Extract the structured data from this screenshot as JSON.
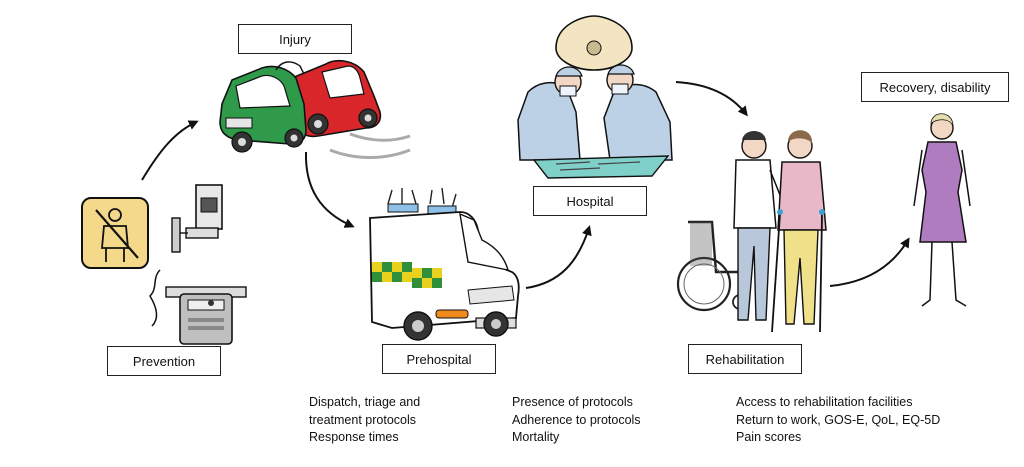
{
  "stages": {
    "injury": "Injury",
    "recovery": "Recovery, disability",
    "hospital": "Hospital",
    "prevention": "Prevention",
    "prehospital": "Prehospital",
    "rehabilitation": "Rehabilitation"
  },
  "notes": {
    "prehospital": [
      "Dispatch, triage and",
      "treatment protocols",
      "Response times"
    ],
    "hospital": [
      "Presence of protocols",
      "Adherence to protocols",
      "Mortality"
    ],
    "rehabilitation": [
      "Access to rehabilitation facilities",
      "Return to work, GOS-E, QoL, EQ-5D",
      "Pain scores"
    ]
  },
  "icons": [
    "seatbelt-sign-icon",
    "speed-camera-icon",
    "breathalyzer-icon",
    "green-car-icon",
    "red-car-icon",
    "ambulance-icon",
    "surgeons-icon",
    "operating-lamp-icon",
    "wheelchair-icon",
    "walking-patient-icon",
    "caregiver-icon",
    "woman-recovered-icon"
  ],
  "colors": {
    "car_green": "#2f9a4a",
    "car_red": "#d9262b",
    "ambulance_yellow": "#e8d21f",
    "ambulance_green": "#2f8f3a",
    "scrubs_blue": "#bcd0e6",
    "dress_purple": "#b07cc0",
    "sign_yellow": "#f5d98a"
  }
}
